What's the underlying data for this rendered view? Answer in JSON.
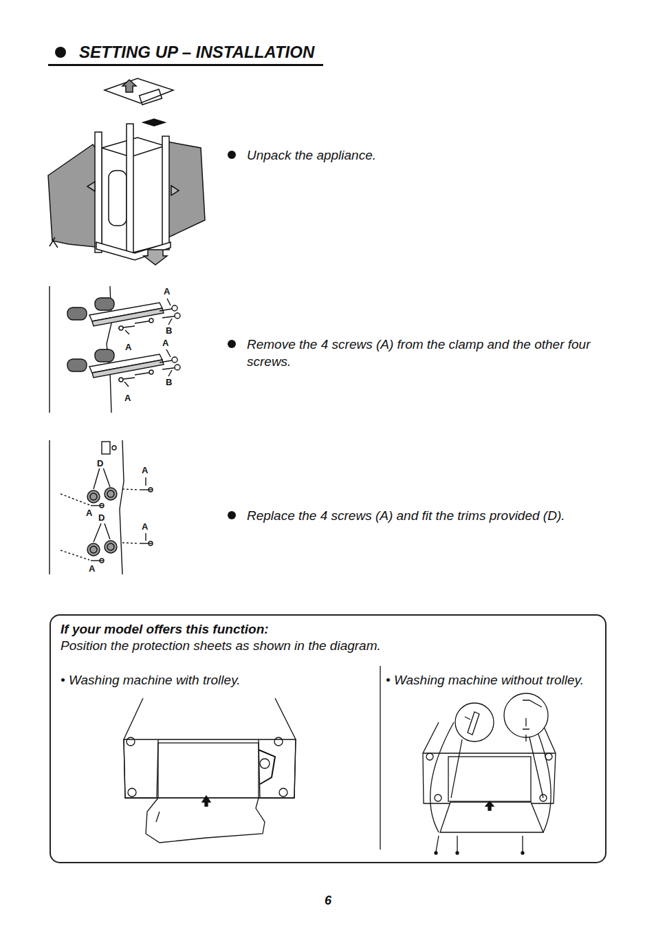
{
  "diagram": {
    "title": "SETTING UP – INSTALLATION",
    "nodes": [
      {
        "text": [
          "If your model offers this function:",
          "Position the protection sheets as shown in the diagram.",
          "• Washing machine with trolley.",
          "• Washing machine without trolley."
        ]
      }
    ],
    "labels": [
      "Unpack the appliance.",
      "Remove the 4 screws (A) from the clamp and the other four screws.",
      "Replace the 4 screws (A) and fit the trims provided (D).",
      "A",
      "B",
      "A",
      "A",
      "B",
      "A",
      "D",
      "A",
      "A",
      "D",
      "A",
      "A",
      "6"
    ]
  }
}
